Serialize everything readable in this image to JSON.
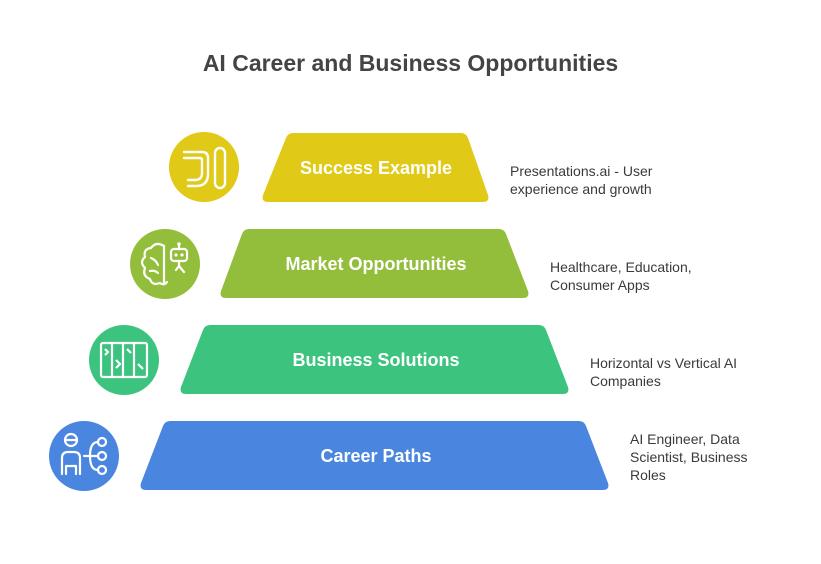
{
  "title": "AI Career and Business Opportunities",
  "tiers": [
    {
      "label": "Success Example",
      "color": "#E0C917",
      "icon": "presentation-logo-icon",
      "description": [
        "Presentations.ai - User",
        "experience and growth"
      ]
    },
    {
      "label": "Market Opportunities",
      "color": "#92BE3C",
      "icon": "ai-brain-robot-icon",
      "description": [
        "Healthcare, Education,",
        "Consumer Apps"
      ]
    },
    {
      "label": "Business Solutions",
      "color": "#3CC47F",
      "icon": "building-blocks-icon",
      "description": [
        "Horizontal vs Vertical AI",
        "Companies"
      ]
    },
    {
      "label": "Career Paths",
      "color": "#4A86E0",
      "icon": "person-network-icon",
      "description": [
        "AI Engineer, Data",
        "Scientist, Business",
        "Roles"
      ]
    }
  ]
}
